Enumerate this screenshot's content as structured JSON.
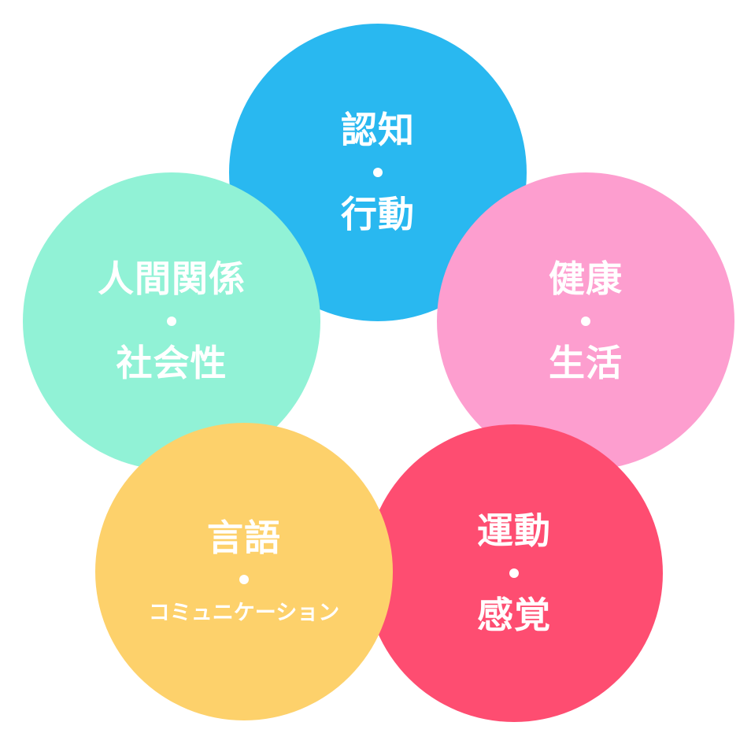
{
  "circles": {
    "cognition": {
      "line1": "認知",
      "line2": "行動",
      "color": "#29B8F0"
    },
    "social": {
      "line1": "人間関係",
      "line2": "社会性",
      "color": "#91F2D6"
    },
    "health": {
      "line1": "健康",
      "line2": "生活",
      "color": "#FD9ECF"
    },
    "motor": {
      "line1": "運動",
      "line2": "感覚",
      "color": "#FE4D71"
    },
    "language": {
      "line1": "言語",
      "line2": "コミュニケーション",
      "color": "#FDD16B"
    }
  }
}
